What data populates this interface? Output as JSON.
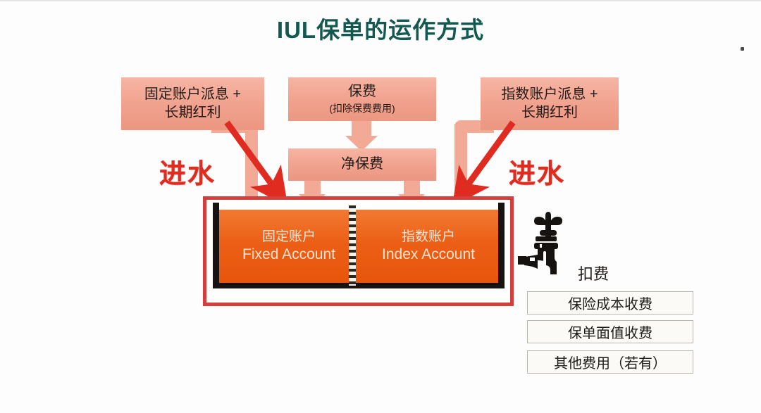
{
  "page": {
    "title": "IUL保单的运作方式",
    "background_color": "#fdfdfd",
    "title_color": "#14594f"
  },
  "colors": {
    "title": "#14594f",
    "box_fill": "#f0a18d",
    "connector": "#f2a996",
    "inflow_red": "#e02b20",
    "tank_outline_red": "#d1403c",
    "tank_fill_orange": "#ec5f16",
    "tank_border_black": "#171310",
    "fee_box_border": "#b9b6ae"
  },
  "boxes": {
    "fixed_dividend": {
      "line1": "固定账户派息 +",
      "line2": "长期红利"
    },
    "index_dividend": {
      "line1": "指数账户派息 +",
      "line2": "长期红利"
    },
    "premium": {
      "line1": "保费",
      "line2": "(扣除保费费用)"
    },
    "net_premium": {
      "line1": "净保费"
    }
  },
  "inflow": {
    "left_label": "进水",
    "right_label": "进水"
  },
  "tank": {
    "cells": [
      {
        "cn": "固定账户",
        "en": "Fixed Account"
      },
      {
        "cn": "指数账户",
        "en": "Index Account"
      }
    ]
  },
  "faucet": {
    "icon": "faucet-icon",
    "label": "扣费"
  },
  "fees": [
    "保险成本收费",
    "保单面值收费",
    "其他费用（若有）"
  ],
  "icons": {
    "arrow_down": "arrow-down-icon",
    "red_arrow_left": "red-arrow-down-right-icon",
    "red_arrow_right": "red-arrow-down-left-icon",
    "corner_dot": "dot-icon"
  }
}
